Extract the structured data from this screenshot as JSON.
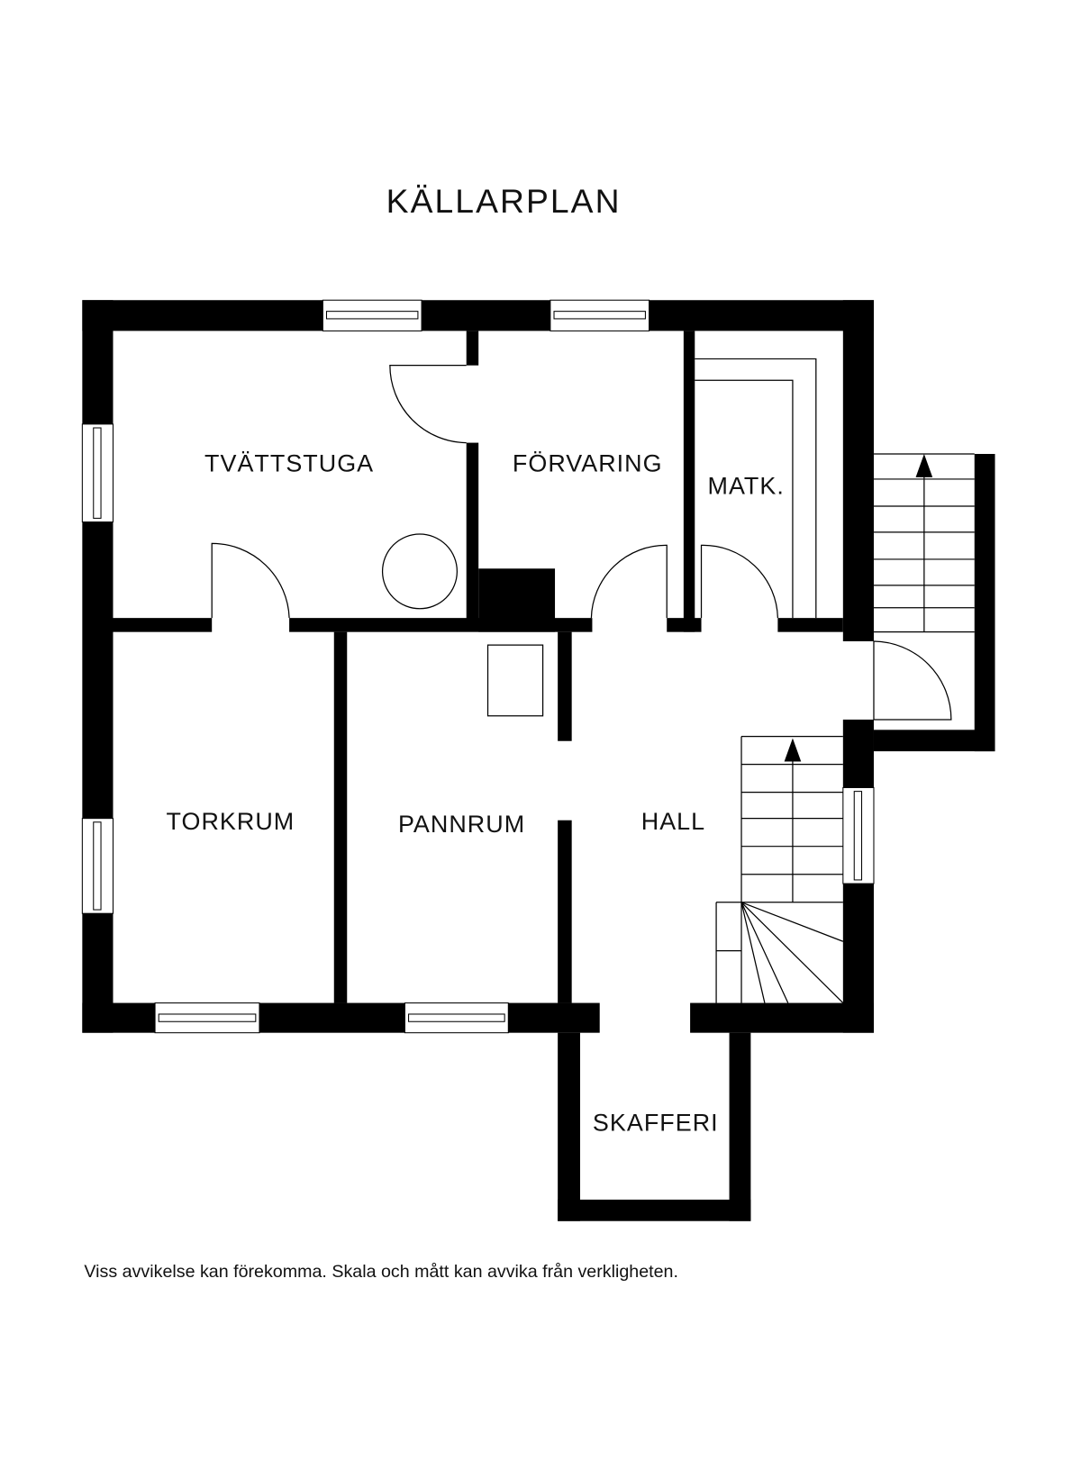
{
  "title": "KÄLLARPLAN",
  "rooms": {
    "tvattstuga": "TVÄTTSTUGA",
    "forvaring": "FÖRVARING",
    "matk": "MATK.",
    "torkrum": "TORKRUM",
    "pannrum": "PANNRUM",
    "hall": "HALL",
    "skafferi": "SKAFFERI"
  },
  "disclaimer": "Viss avvikelse kan förekomma. Skala och mått kan avvika från verkligheten.",
  "colors": {
    "wall": "#000000",
    "background": "#ffffff"
  }
}
